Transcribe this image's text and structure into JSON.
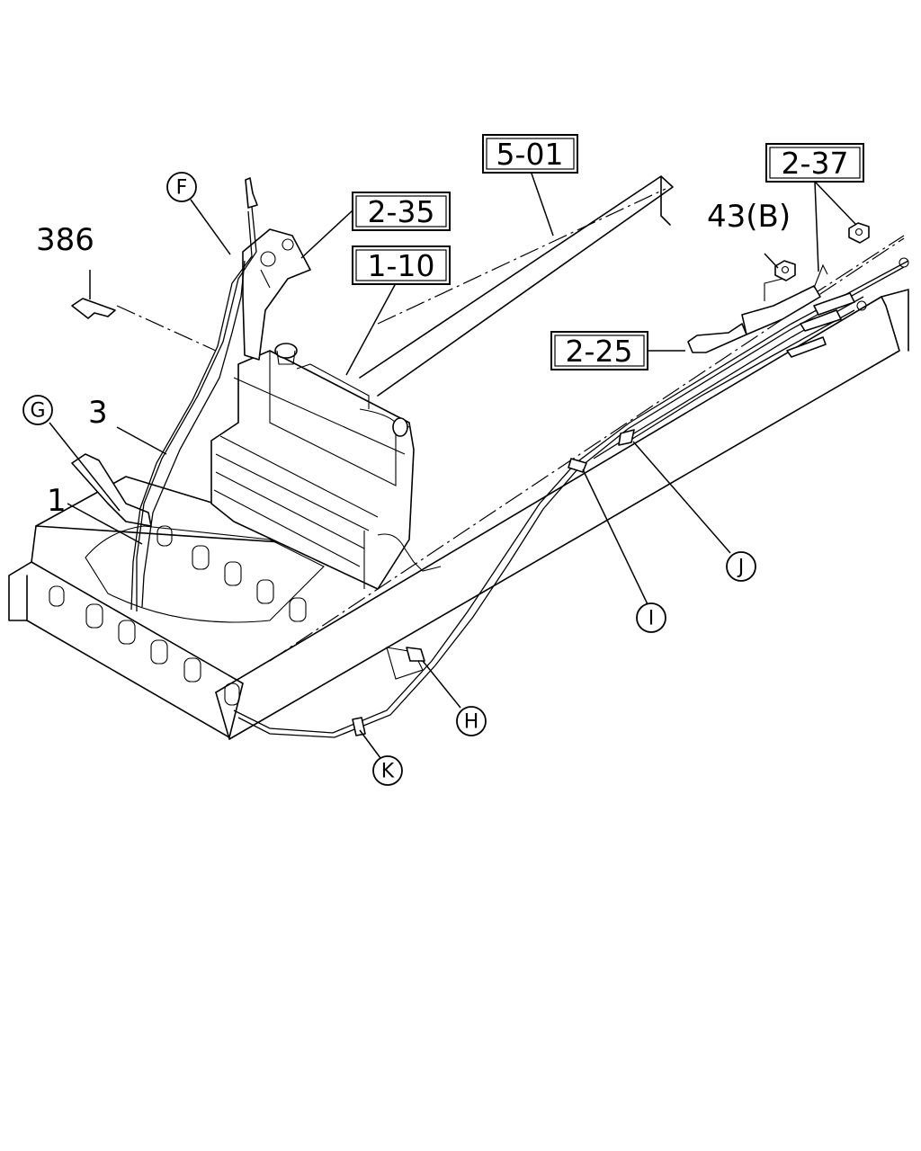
{
  "references": {
    "r501": "5-01",
    "r235": "2-35",
    "r110": "1-10",
    "r237": "2-37",
    "r225": "2-25"
  },
  "part_labels": {
    "p386": "386",
    "p3": "3",
    "p1": "1",
    "p43b": "43(B)"
  },
  "callouts": {
    "F": "F",
    "G": "G",
    "H": "H",
    "I": "I",
    "J": "J",
    "K": "K"
  }
}
